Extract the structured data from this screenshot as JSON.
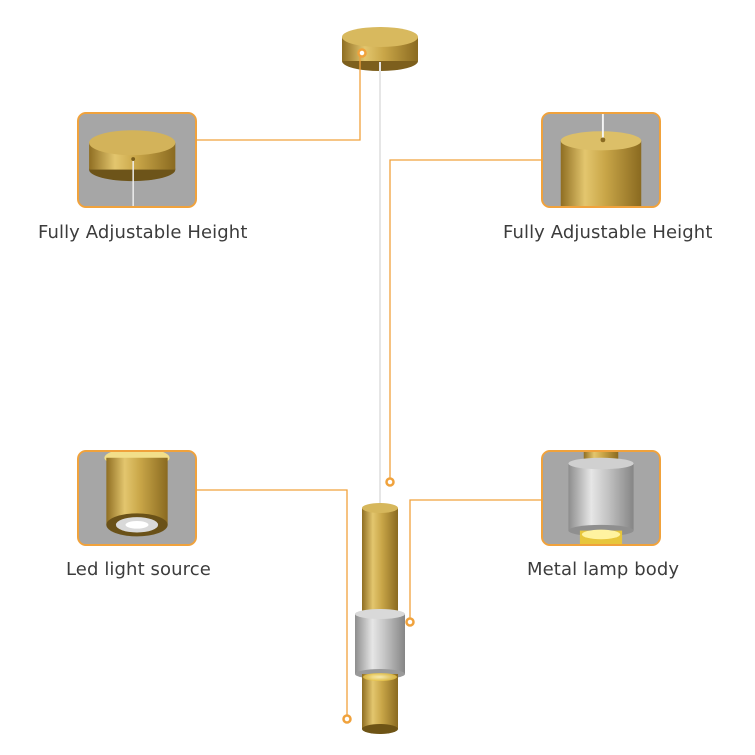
{
  "callouts": {
    "canopy": {
      "label": "Fully Adjustable Height",
      "icon": "ceiling-canopy-closeup-icon"
    },
    "cord_cap": {
      "label": "Fully Adjustable Height",
      "icon": "cord-cap-closeup-icon"
    },
    "light_source": {
      "label": "Led light source",
      "icon": "led-lens-closeup-icon"
    },
    "lamp_body": {
      "label": "Metal lamp body",
      "icon": "metal-body-closeup-icon"
    }
  },
  "colors": {
    "accent": "#f0a23c",
    "brass": "#c9a648",
    "silver": "#b9b9b9",
    "thumb_background": "#a3a3a3",
    "text": "#3c3c3c"
  }
}
